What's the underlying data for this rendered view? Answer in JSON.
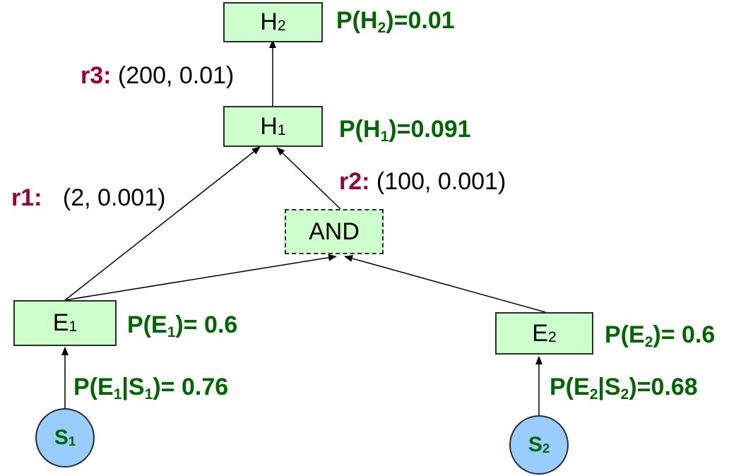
{
  "nodes": {
    "h2": {
      "letter": "H",
      "sub": "2"
    },
    "h1": {
      "letter": "H",
      "sub": "1"
    },
    "and": {
      "label": "AND"
    },
    "e1": {
      "letter": "E",
      "sub": "1"
    },
    "e2": {
      "letter": "E",
      "sub": "2"
    },
    "s1": {
      "letter": "S",
      "sub": "1"
    },
    "s2": {
      "letter": "S",
      "sub": "2"
    }
  },
  "probabilities": {
    "h2": {
      "a": "P(H",
      "sub": "2",
      "b": ")=0.01"
    },
    "h1": {
      "a": "P(H",
      "sub": "1",
      "b": ")=0.091"
    },
    "e1": {
      "a": "P(E",
      "sub": "1",
      "b": ")= 0.6"
    },
    "e2": {
      "a": "P(E",
      "sub": "2",
      "b": ")= 0.6"
    },
    "e1_given_s1": {
      "a": "P(E",
      "sub1": "1",
      "mid": "|S",
      "sub2": "1",
      "b": ")= 0.76"
    },
    "e2_given_s2": {
      "a": "P(E",
      "sub1": "2",
      "mid": "|S",
      "sub2": "2",
      "b": ")=0.68"
    }
  },
  "rules": {
    "r1": {
      "name": "r1:",
      "value": "(2, 0.001)"
    },
    "r2": {
      "name": "r2:",
      "value": "(100, 0.001)"
    },
    "r3": {
      "name": "r3:",
      "value": "(200, 0.01)"
    }
  },
  "colors": {
    "node_fill": "#ccffcc",
    "circle_fill": "#99ccff",
    "probability_text": "#006600",
    "rule_name_text": "#990033",
    "edge": "#000000"
  }
}
